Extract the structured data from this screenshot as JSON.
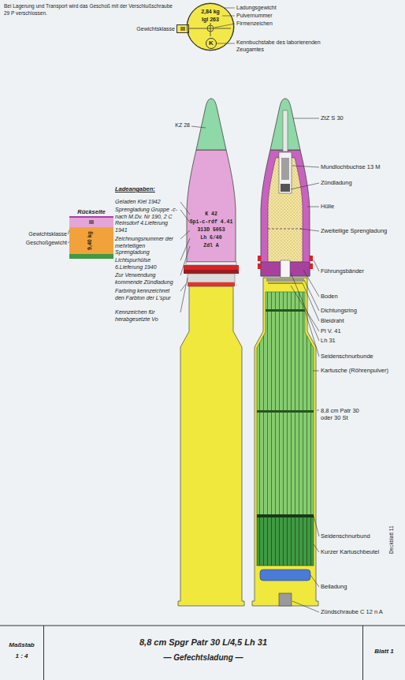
{
  "diagram": {
    "title": "8,8 cm Spgr Patr 30 L/4,5 Lh 31",
    "caption": "— Gefechtsladung —",
    "nodes": [
      {
        "text": [
          "2,84 kg",
          "Igl 263"
        ]
      },
      {
        "text": [
          "K"
        ],
        "in": 0
      },
      {
        "text": [
          "Rückseite",
          "III",
          "9,40 kg"
        ]
      },
      {
        "text": [
          "Maßstab",
          "1 : 4"
        ]
      },
      {
        "text": [
          "Blatt 1"
        ]
      }
    ],
    "labels": [
      "Bei Lagerung und Transport wird das Geschoß mit der Verschlußschraube 29 P verschlossen.",
      "Ladungsgewicht",
      "Pulvernummer",
      "Firmenzeichen",
      "Gewichtsklasse",
      "III",
      "Kennbuchstabe des laborierenden Zeugamtes",
      "KZ 28",
      "Ladeangaben:",
      "Geladen Kiel 1942",
      "Sprengladung Gruppe -c- nach M.Dv. Nr 190, 2 C Reinsdorf 4.Lieferung 1941",
      "Zeichnungsnummer der mehrteiligen Sprengladung",
      "Lichtspurhülse 6.Lieferung 1940",
      "Zur Verwendung kommende Zündladung",
      "Farbring kennzeichnet den Farbton der L'spur",
      "Kennzeichen für herabgesetzte Vo",
      "K 42",
      "Spi-c-rdf 4.41",
      "313D 5053",
      "Lh 6/40",
      "Zdl A",
      "Gewichtsklasse",
      "Geschoßgewicht",
      "ZtZ S 30",
      "Mundlochbuchse 13 M",
      "Zündladung",
      "Hülle",
      "Zweiteilige Sprengladung",
      "Führungsbänder",
      "Boden",
      "Dichtungsring",
      "Bleidraht",
      "Pl V. 41",
      "Lh 31",
      "Seidenschnurbunde",
      "Kartusche (Röhrenpulver)",
      "8,8 cm Patr 30 oder 30 St",
      "Seidenschnurbund",
      "Kurzer Kartuschbeutel",
      "Beiladung",
      "Zündschraube C 12 n A",
      "Deckblatt 11"
    ]
  }
}
